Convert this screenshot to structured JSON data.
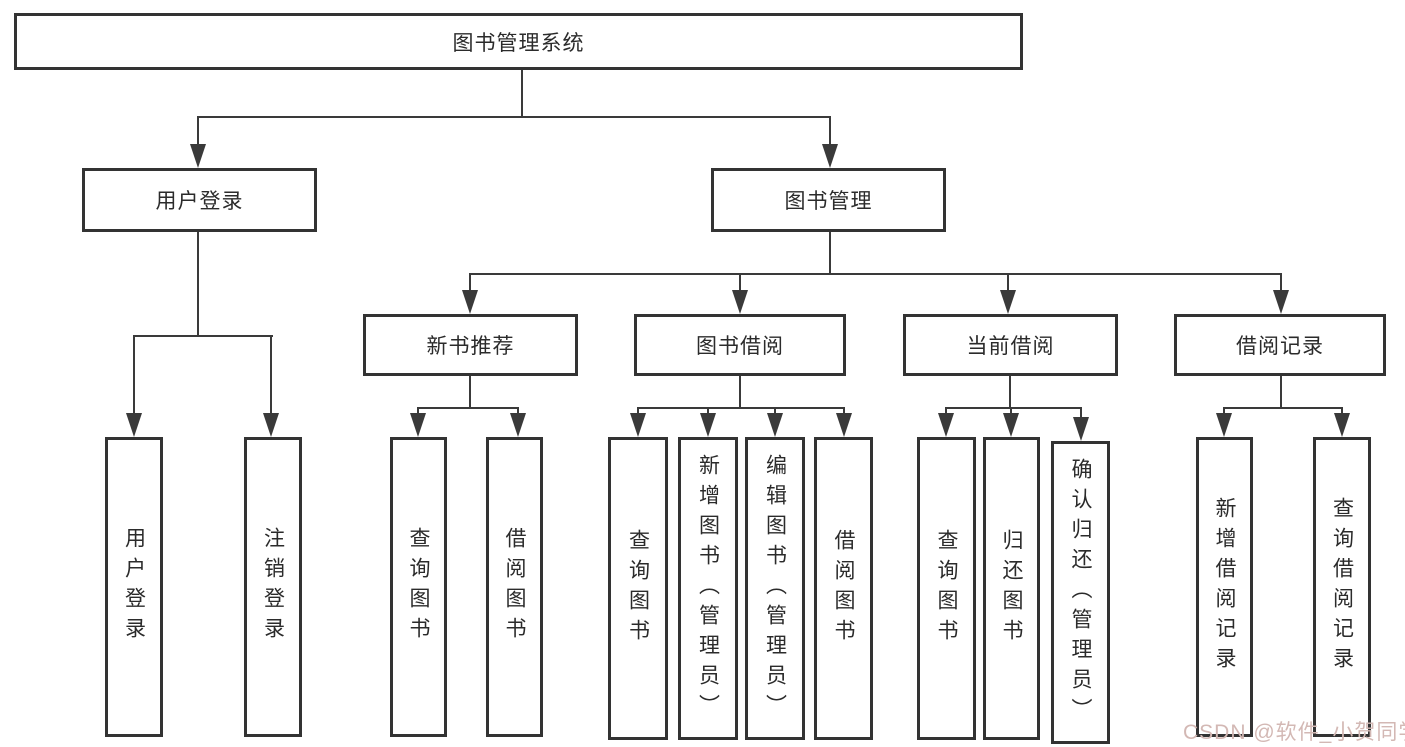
{
  "tree": {
    "root": {
      "label": "图书管理系统",
      "children": [
        {
          "label": "用户登录",
          "children": [
            {
              "label": "用户登录"
            },
            {
              "label": "注销登录"
            }
          ]
        },
        {
          "label": "图书管理",
          "children": [
            {
              "label": "新书推荐",
              "children": [
                {
                  "label": "查询图书"
                },
                {
                  "label": "借阅图书"
                }
              ]
            },
            {
              "label": "图书借阅",
              "children": [
                {
                  "label": "查询图书"
                },
                {
                  "label": "新增图书（管理员）"
                },
                {
                  "label": "编辑图书（管理员）"
                },
                {
                  "label": "借阅图书"
                }
              ]
            },
            {
              "label": "当前借阅",
              "children": [
                {
                  "label": "查询图书"
                },
                {
                  "label": "归还图书"
                },
                {
                  "label": "确认归还（管理员）"
                }
              ]
            },
            {
              "label": "借阅记录",
              "children": [
                {
                  "label": "新增借阅记录"
                },
                {
                  "label": "查询借阅记录"
                }
              ]
            }
          ]
        }
      ]
    }
  },
  "watermark": {
    "text": "CSDN @软件_小贺同学"
  },
  "colors": {
    "line": "#3a3a3a",
    "box_border": "#333333",
    "text": "#2b2b2b",
    "watermark": "#d3b8b4"
  }
}
